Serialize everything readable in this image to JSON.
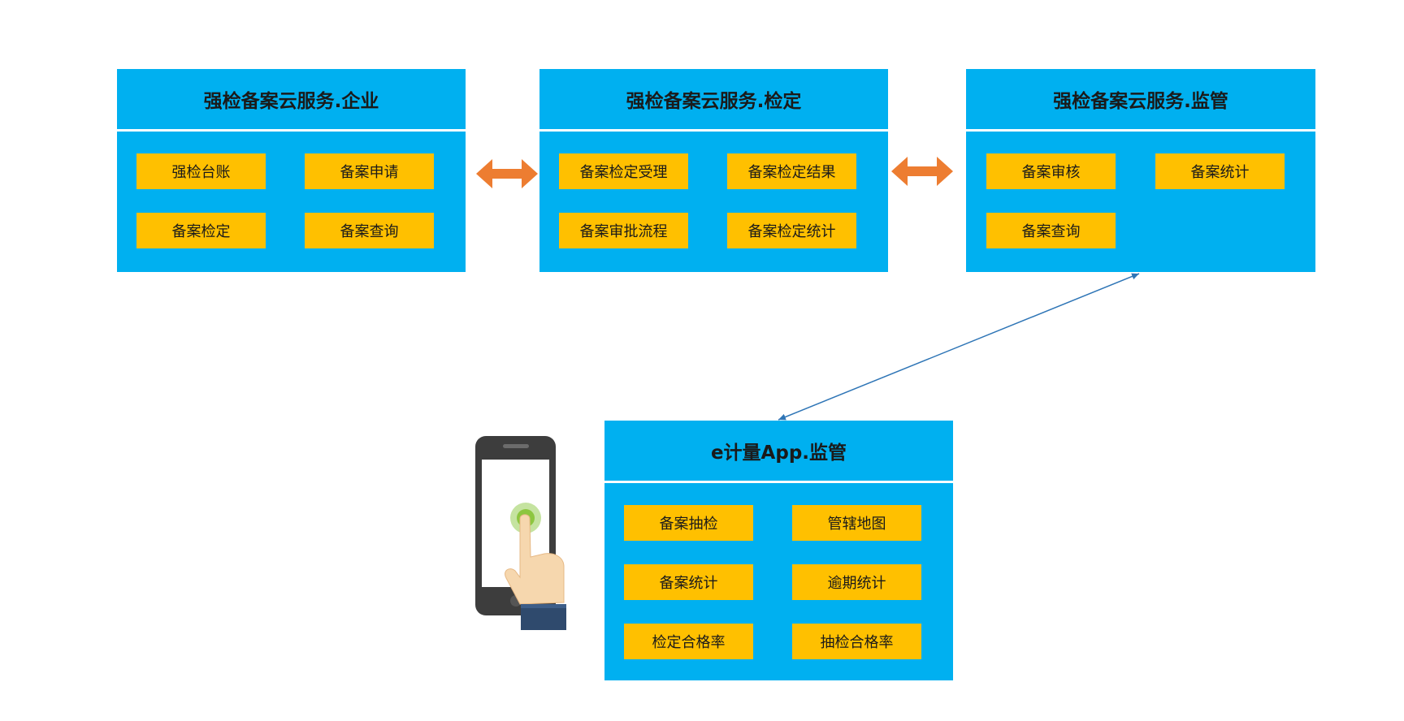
{
  "panels": {
    "enterprise": {
      "title": "强检备案云服务.企业",
      "items": [
        "强检台账",
        "备案申请",
        "备案检定",
        "备案查询"
      ]
    },
    "verification": {
      "title": "强检备案云服务.检定",
      "items": [
        "备案检定受理",
        "备案检定结果",
        "备案审批流程",
        "备案检定统计"
      ]
    },
    "supervision": {
      "title": "强检备案云服务.监管",
      "items": [
        "备案审核",
        "备案统计",
        "备案查询"
      ]
    },
    "app": {
      "title": "e计量App.监管",
      "items": [
        "备案抽检",
        "管辖地图",
        "备案统计",
        "逾期统计",
        "检定合格率",
        "抽检合格率"
      ]
    }
  },
  "colors": {
    "panel": "#00B0F0",
    "item": "#FFC000",
    "arrow": "#ED7D31",
    "connector": "#2E75B6"
  },
  "icons": {
    "phone": "hand-touching-phone-icon"
  }
}
